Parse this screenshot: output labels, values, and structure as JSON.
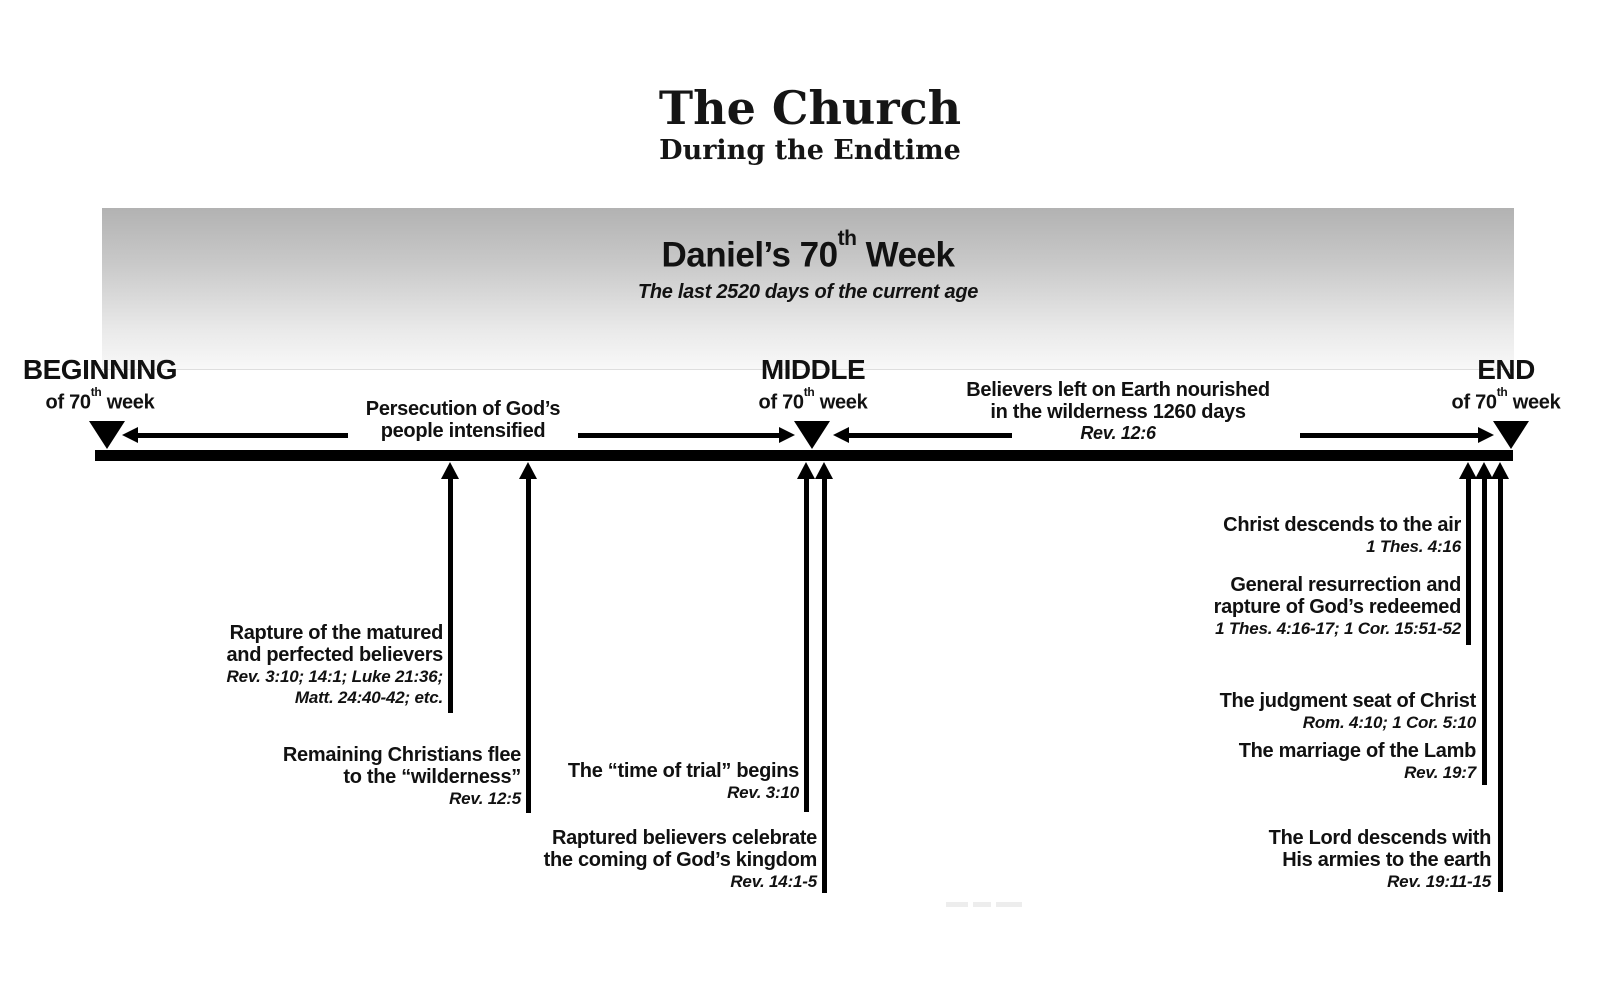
{
  "title": {
    "main": "The Church",
    "subtitle": "During the Endtime"
  },
  "banner": {
    "heading": {
      "pre": "Daniel’s 70",
      "sup": "th",
      "post": " Week"
    },
    "subheading": "The last 2520 days of the current age"
  },
  "timeline": {
    "markers": [
      {
        "label": "BEGINNING",
        "sub": {
          "pre": "of 70",
          "sup": "th",
          "post": " week"
        }
      },
      {
        "label": "MIDDLE",
        "sub": {
          "pre": "of 70",
          "sup": "th",
          "post": " week"
        }
      },
      {
        "label": "END",
        "sub": {
          "pre": "of 70",
          "sup": "th",
          "post": " week"
        }
      }
    ],
    "spans": [
      {
        "lines": [
          "Persecution of God’s",
          "people intensified"
        ]
      },
      {
        "lines": [
          "Believers left on Earth nourished",
          "in the wilderness 1260 days"
        ],
        "ref": "Rev. 12:6"
      }
    ]
  },
  "events": [
    {
      "title_lines": [
        "Rapture of the matured",
        "and perfected believers"
      ],
      "ref_lines": [
        "Rev. 3:10; 14:1; Luke 21:36;",
        "Matt. 24:40-42; etc."
      ]
    },
    {
      "title_lines": [
        "Remaining Christians flee",
        "to the “wilderness”"
      ],
      "ref_lines": [
        "Rev. 12:5"
      ]
    },
    {
      "title_lines": [
        "The “time of trial” begins"
      ],
      "ref_lines": [
        "Rev. 3:10"
      ]
    },
    {
      "title_lines": [
        "Raptured believers celebrate",
        "the coming of God’s kingdom"
      ],
      "ref_lines": [
        "Rev. 14:1-5"
      ]
    },
    {
      "title_lines": [
        "Christ descends to the air"
      ],
      "ref_lines": [
        "1 Thes. 4:16"
      ]
    },
    {
      "title_lines": [
        "General resurrection and",
        "rapture of God’s redeemed"
      ],
      "ref_lines": [
        "1 Thes. 4:16-17; 1 Cor. 15:51-52"
      ]
    },
    {
      "title_lines": [
        "The judgment seat of Christ"
      ],
      "ref_lines": [
        "Rom. 4:10; 1 Cor. 5:10"
      ]
    },
    {
      "title_lines": [
        "The marriage of the Lamb"
      ],
      "ref_lines": [
        "Rev. 19:7"
      ]
    },
    {
      "title_lines": [
        "The Lord descends with",
        "His armies to the earth"
      ],
      "ref_lines": [
        "Rev. 19:11-15"
      ]
    }
  ],
  "colors": {
    "ink": "#000000",
    "banner_top": "#b2b2b2",
    "banner_bottom": "#f8f8f8"
  }
}
